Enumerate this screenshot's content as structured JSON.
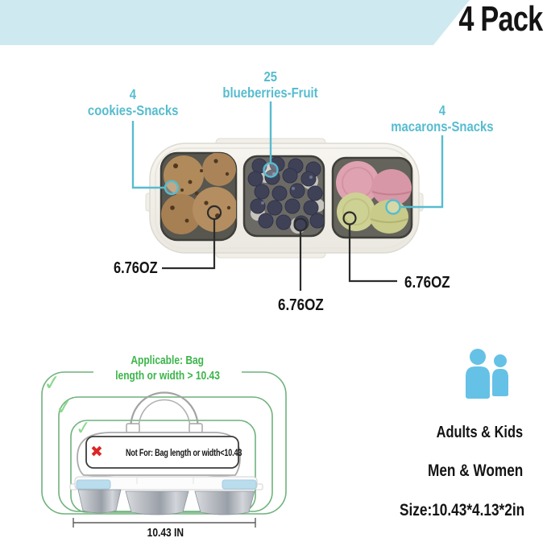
{
  "banner": {
    "label": "4 Pack",
    "bg_color": "#cfe9f0",
    "text_color": "#141414"
  },
  "callouts": {
    "accent_color": "#57bccf",
    "cookies": {
      "count": "4",
      "label": "cookies-Snacks"
    },
    "blueberries": {
      "count": "25",
      "label": "blueberries-Fruit"
    },
    "macarons": {
      "count": "4",
      "label": "macarons-Snacks"
    },
    "capacities": {
      "left": "6.76OZ",
      "middle": "6.76OZ",
      "right": "6.76OZ"
    }
  },
  "bag_fit": {
    "applicable_line1": "Applicable: Bag",
    "applicable_line2": "length or width > 10.43",
    "not_for": "Not For: Bag length or width<10.43",
    "length": "10.43 IN",
    "green_color": "#3cb54a",
    "red_color": "#dc2626"
  },
  "audience": {
    "adults": "Adults & Kids",
    "men_women": "Men & Women",
    "size": "Size:10.43*4.13*2in",
    "icon_color": "#66c1e6"
  },
  "icons": {
    "checkmark": "✓",
    "cross": "✖"
  }
}
